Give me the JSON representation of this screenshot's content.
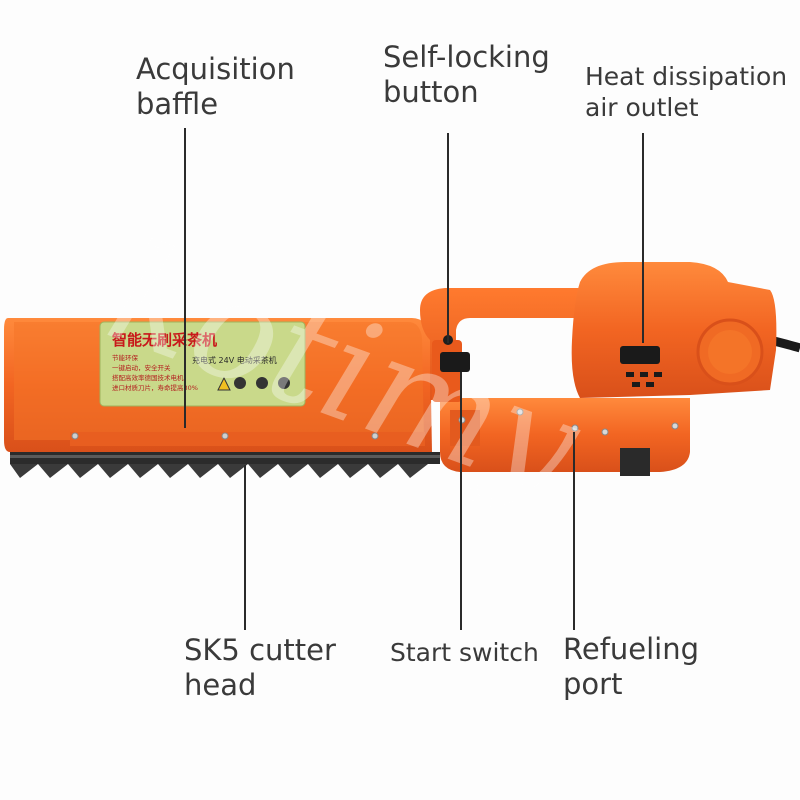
{
  "product": {
    "panel_title": "智能无刷采茶机",
    "panel_subtitle": "充电式 24V 电动采茶机",
    "panel_notes": [
      "节能环保",
      "一键启动，安全开关",
      "搭配高效率德国技术电机",
      "进口材质刀片，寿命提高30%"
    ],
    "watermark": "kotimy"
  },
  "callouts": {
    "acquisition_baffle": "Acquisition\nbaffle",
    "self_locking_button": "Self-locking\nbutton",
    "heat_dissipation": "Heat dissipation\nair outlet",
    "sk5_cutter_head": "SK5 cutter\nhead",
    "start_switch": "Start switch",
    "refueling_port": "Refueling\nport"
  },
  "colors": {
    "body_orange": "#f26522",
    "panel_green": "#c9d98a",
    "blade_dark": "#2b2b2b",
    "label_text": "#3a3a3a"
  }
}
